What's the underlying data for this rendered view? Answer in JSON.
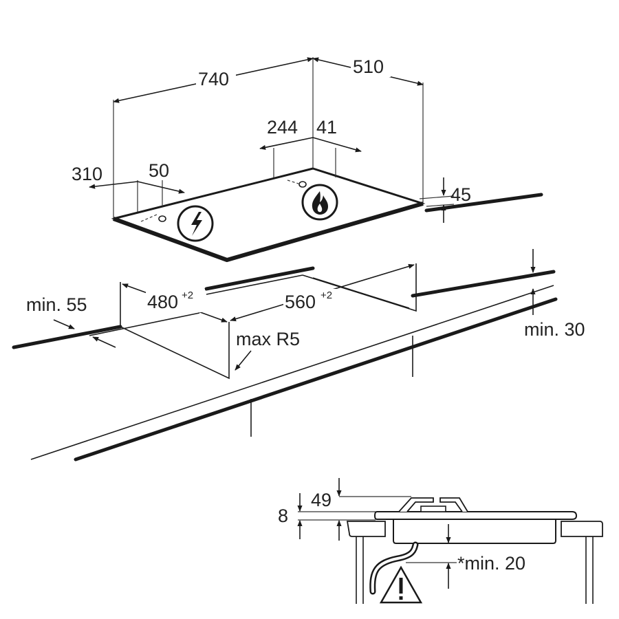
{
  "labels": {
    "width": "740",
    "depth": "510",
    "gas_offset": "244",
    "gas_depth": "41",
    "elec_offset": "310",
    "elec_depth": "50",
    "thickness": "45",
    "cutout_depth": "480",
    "cutout_depth_tol": "+2",
    "cutout_width": "560",
    "cutout_width_tol": "+2",
    "front_clearance": "min. 55",
    "corner_radius": "max R5",
    "worktop_min": "min. 30",
    "section_height_total": "49",
    "section_height_top": "8",
    "below_clearance": "*min. 20"
  },
  "icons": [
    "electric-connection-icon",
    "gas-connection-icon",
    "warning-triangle-icon"
  ]
}
